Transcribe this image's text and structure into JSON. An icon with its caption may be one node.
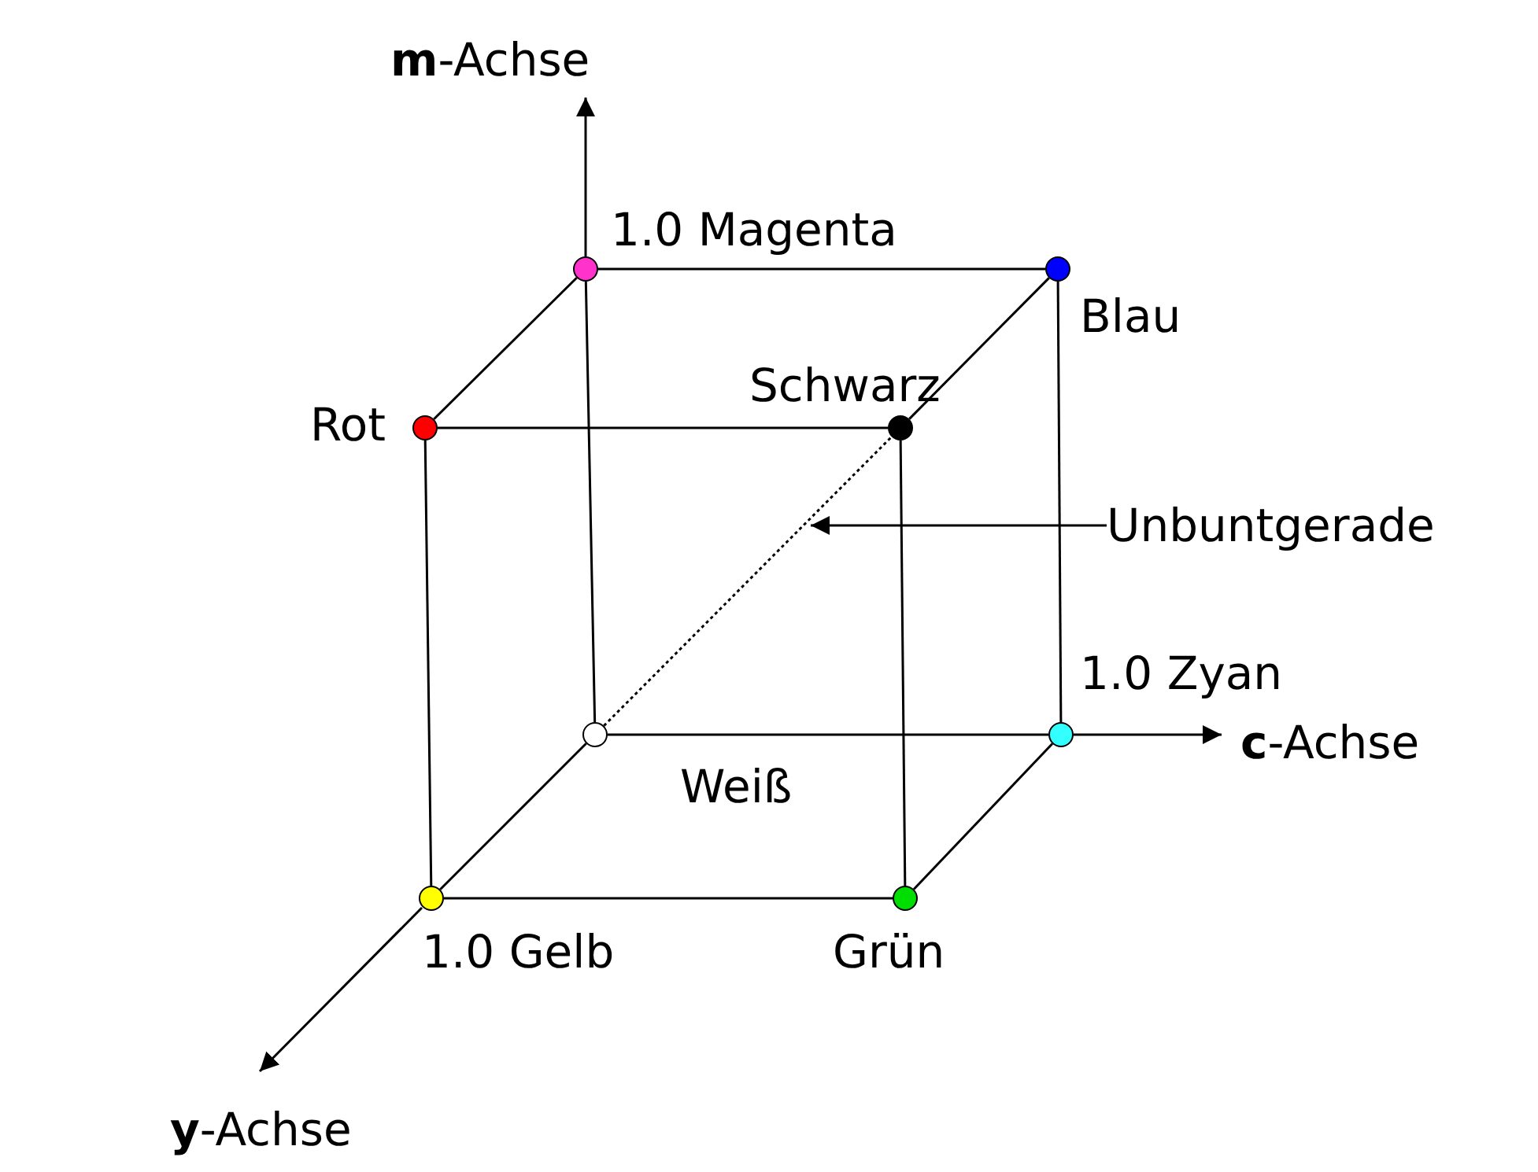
{
  "diagram": {
    "nodes": [
      {
        "text": [],
        "shape": "circle",
        "beside": [
          "1.0 Magenta"
        ]
      },
      {
        "text": [],
        "shape": "circle",
        "beside": [
          "Blau"
        ]
      },
      {
        "text": [],
        "shape": "circle",
        "beside": [
          "Rot"
        ]
      },
      {
        "text": [],
        "shape": "circle",
        "beside": [
          "Schwarz"
        ]
      },
      {
        "text": [],
        "shape": "circle",
        "beside": [
          "Weiß"
        ]
      },
      {
        "text": [],
        "shape": "circle",
        "beside": [
          "1.0 Zyan"
        ]
      },
      {
        "text": [],
        "shape": "circle",
        "beside": [
          "1.0 Gelb"
        ]
      },
      {
        "text": [],
        "shape": "circle",
        "beside": [
          "Grün"
        ]
      },
      {
        "text": [
          "Unbuntgerade"
        ]
      }
    ],
    "edges": [
      {
        "from": 0,
        "to": 1,
        "arrow": "none"
      },
      {
        "from": 0,
        "to": 2,
        "arrow": "none"
      },
      {
        "from": 1,
        "to": 3,
        "arrow": "none"
      },
      {
        "from": 2,
        "to": 3,
        "arrow": "none"
      },
      {
        "from": 0,
        "to": 4,
        "arrow": "none"
      },
      {
        "from": 1,
        "to": 5,
        "arrow": "none"
      },
      {
        "from": 2,
        "to": 6,
        "arrow": "none"
      },
      {
        "from": 3,
        "to": 7,
        "arrow": "none"
      },
      {
        "from": 4,
        "to": 5,
        "arrow": "none"
      },
      {
        "from": 4,
        "to": 6,
        "arrow": "none"
      },
      {
        "from": 5,
        "to": 7,
        "arrow": "none"
      },
      {
        "from": 6,
        "to": 7,
        "arrow": "none"
      },
      {
        "from": 4,
        "to": 3,
        "arrow": "none",
        "style": "dashed"
      },
      {
        "from": 8,
        "to": null,
        "arrow": "to"
      }
    ],
    "labels": [
      "**m**-Achse",
      "**c**-Achse",
      "**y**-Achse"
    ]
  }
}
